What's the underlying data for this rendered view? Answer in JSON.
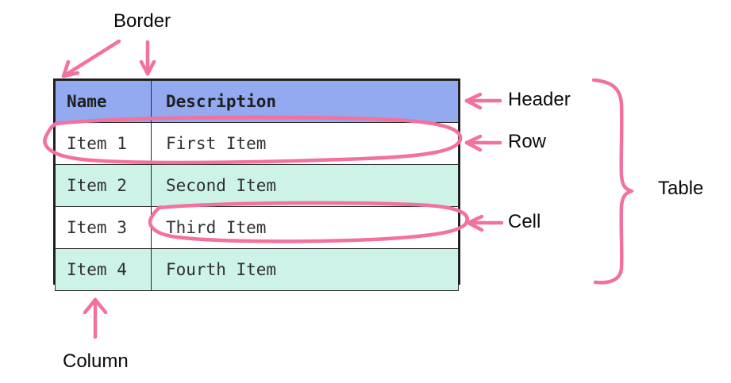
{
  "diagram": {
    "title_present": false,
    "accent_color": "#f2729c",
    "header_fill": "#93a9f0",
    "zebra_fill": "#cdf2e8",
    "plain_fill": "#ffffff",
    "border_color": "#2b2b2b",
    "text_color": "#2f2f2f"
  },
  "table": {
    "columns": [
      "Name",
      "Description"
    ],
    "rows": [
      {
        "name": "Item 1",
        "description": "First Item"
      },
      {
        "name": "Item 2",
        "description": "Second Item"
      },
      {
        "name": "Item 3",
        "description": "Third Item"
      },
      {
        "name": "Item 4",
        "description": "Fourth Item"
      }
    ]
  },
  "annotations": [
    {
      "key": "border",
      "label": "Border",
      "marker": "two-arrows-down-left-and-down"
    },
    {
      "key": "header",
      "label": "Header",
      "marker": "left-arrow"
    },
    {
      "key": "row",
      "label": "Row",
      "marker": "left-arrow-with-ellipse"
    },
    {
      "key": "cell",
      "label": "Cell",
      "marker": "left-arrow-with-ellipse"
    },
    {
      "key": "table",
      "label": "Table",
      "marker": "curly-brace"
    },
    {
      "key": "column",
      "label": "Column",
      "marker": "up-arrow"
    }
  ],
  "labels": {
    "border": "Border",
    "header": "Header",
    "row": "Row",
    "cell": "Cell",
    "table": "Table",
    "column": "Column"
  }
}
